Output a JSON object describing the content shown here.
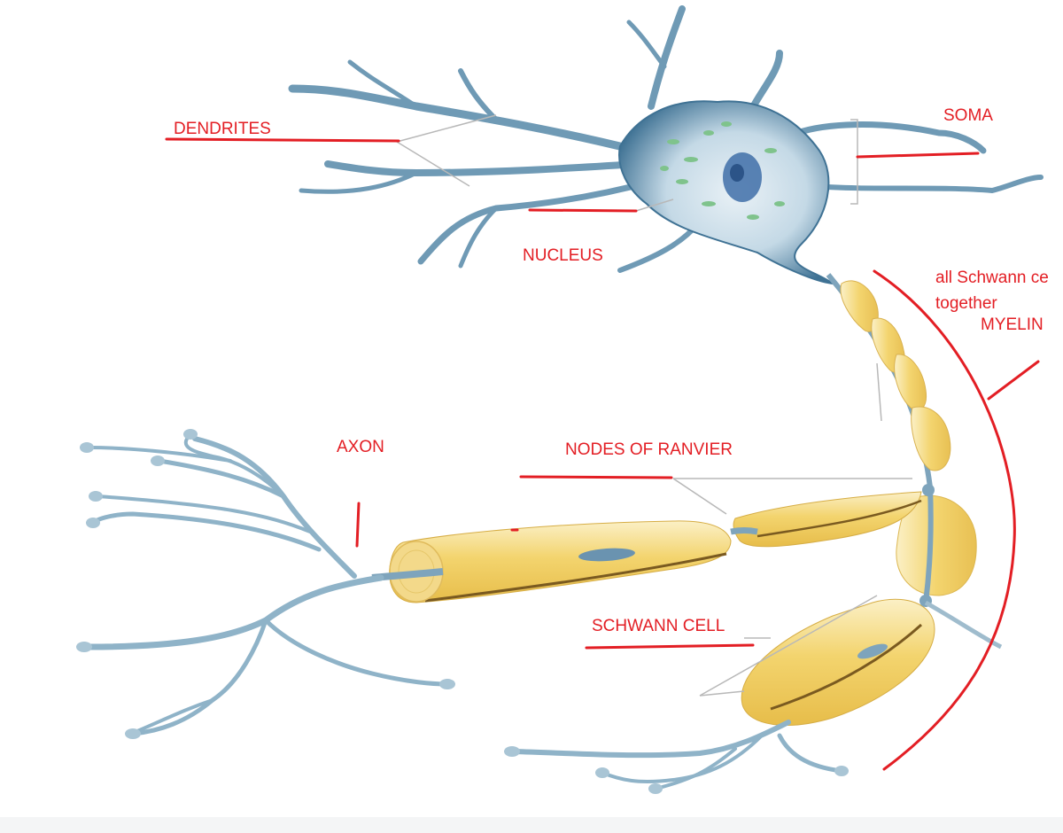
{
  "labels": {
    "dendrites": "DENDRITES",
    "soma": "SOMA",
    "nucleus": "NUCLEUS",
    "schwann_note_line1": "all Schwann ce",
    "schwann_note_line2": "together",
    "myelin": "MYELIN",
    "axon": "AXON",
    "nodes_of_ranvier": "NODES OF RANVIER",
    "schwann_cell": "SCHWANN CELL"
  },
  "colors": {
    "annotation": "#e31e24",
    "neuron_body": "#5f8fad",
    "neuron_light": "#bcd3e1",
    "nucleus": "#3f6fa8",
    "organelles": "#7fc38c",
    "myelin_fill": "#f2d57a",
    "myelin_light": "#fbefc4",
    "myelin_dark": "#8a6a1e",
    "leader_line": "#b8b8b8"
  }
}
